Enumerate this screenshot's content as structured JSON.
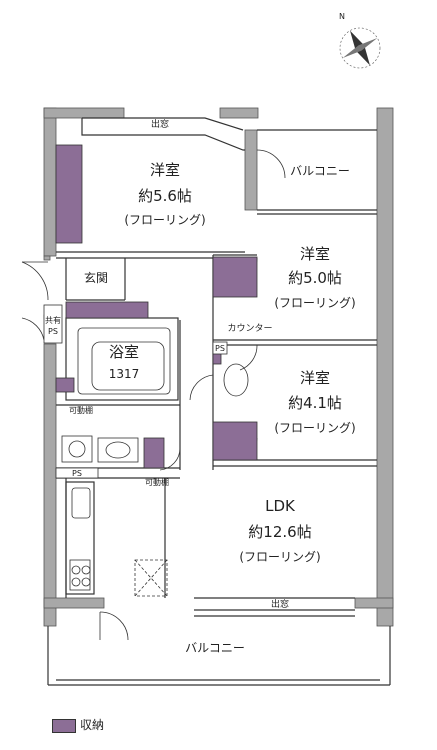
{
  "rooms": {
    "western1": {
      "name": "洋室",
      "area": "約5.6帖",
      "floor": "(フローリング)"
    },
    "western2": {
      "name": "洋室",
      "area": "約5.0帖",
      "floor": "(フローリング)"
    },
    "western3": {
      "name": "洋室",
      "area": "約4.1帖",
      "floor": "(フローリング)"
    },
    "ldk": {
      "name": "LDK",
      "area": "約12.6帖",
      "floor": "(フローリング)"
    },
    "entrance": {
      "name": "玄関"
    },
    "bath": {
      "name": "浴室",
      "size": "1317"
    }
  },
  "labels": {
    "window_top": "出窓",
    "window_ldk": "出窓",
    "balcony_upper": "バルコニー",
    "balcony_lower": "バルコニー",
    "counter": "カウンター",
    "shelf1": "可動棚",
    "shelf2": "可動棚",
    "ps_shared_1": "共有",
    "ps_shared_2": "PS",
    "ps_kitchen": "PS",
    "ps_counter": "PS"
  },
  "legend": {
    "storage": "収納"
  },
  "colors": {
    "storage": "#8c6e96",
    "wall": "#a8a8a8",
    "line": "#333333"
  },
  "compass": {
    "direction": "N"
  }
}
